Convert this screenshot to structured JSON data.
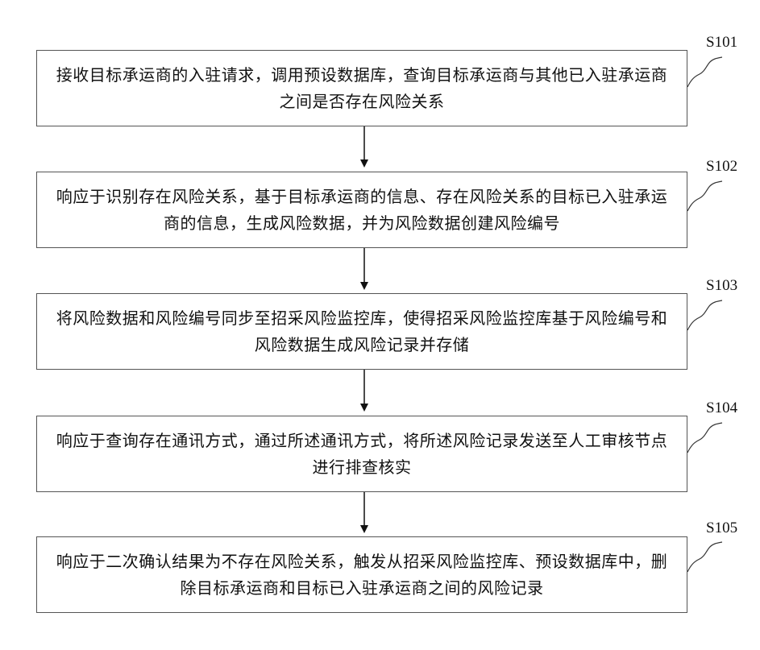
{
  "steps": [
    {
      "id": "S101",
      "text": "接收目标承运商的入驻请求，调用预设数据库，查询目标承运商与其他已入驻承运商之间是否存在风险关系"
    },
    {
      "id": "S102",
      "text": "响应于识别存在风险关系，基于目标承运商的信息、存在风险关系的目标已入驻承运商的信息，生成风险数据，并为风险数据创建风险编号"
    },
    {
      "id": "S103",
      "text": "将风险数据和风险编号同步至招采风险监控库，使得招采风险监控库基于风险编号和风险数据生成风险记录并存储"
    },
    {
      "id": "S104",
      "text": "响应于查询存在通讯方式，通过所述通讯方式，将所述风险记录发送至人工审核节点进行排查核实"
    },
    {
      "id": "S105",
      "text": "响应于二次确认结果为不存在风险关系，触发从招采风险监控库、预设数据库中，删除目标承运商和目标已入驻承运商之间的风险记录"
    }
  ]
}
